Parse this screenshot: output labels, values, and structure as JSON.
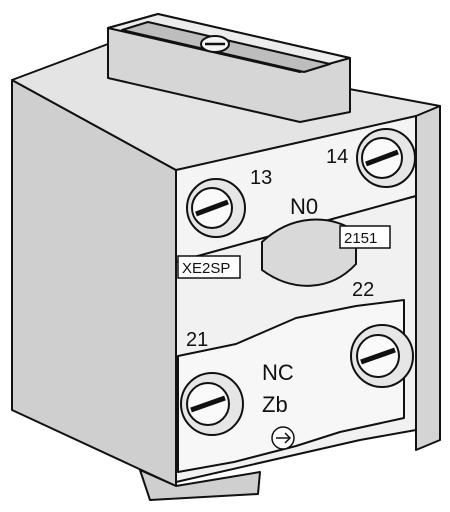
{
  "product": {
    "model_code": "XE2SP",
    "part_number": "2151"
  },
  "contacts": {
    "upper": {
      "type": "N0",
      "left_terminal": "13",
      "right_terminal": "14"
    },
    "lower": {
      "type": "NC",
      "left_terminal": "21",
      "right_terminal": "22",
      "mark": "Zb"
    }
  },
  "icons": {
    "screw": "screw-terminal-icon",
    "direction": "arrow-right-circle-icon"
  },
  "colors": {
    "housing_side": "#cfcfcf",
    "housing_top": "#e6e6e6",
    "front_face": "#f2f2f2",
    "outline": "#111111"
  }
}
